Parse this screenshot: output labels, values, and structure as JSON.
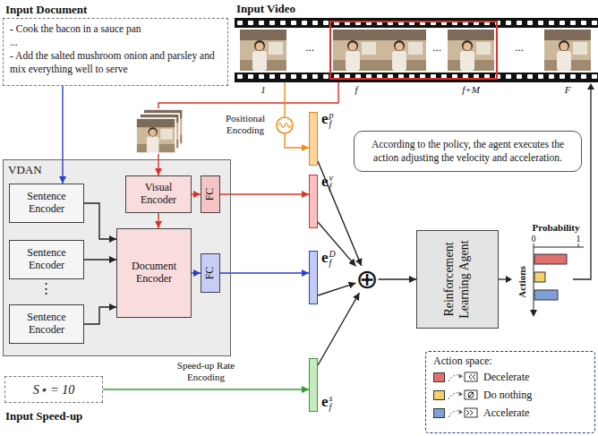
{
  "diagram": {
    "nodes": [
      {
        "text": [
          "Input Document",
          "- Cook the bacon in a sauce pan",
          "...",
          "- Add the salted mushroom onion and parsley and mix everything well to serve"
        ]
      },
      {
        "text": [
          "Input Video"
        ]
      },
      {
        "text": [
          "According to the policy, the agent executes the action adjusting the velocity and acceleration."
        ]
      },
      {
        "text": [
          "VDAN"
        ]
      },
      {
        "text": [
          "Sentence Encoder"
        ],
        "in": 3
      },
      {
        "text": [
          "Visual Encoder"
        ],
        "in": 3
      },
      {
        "text": [
          "Sentence Encoder"
        ],
        "in": 3
      },
      {
        "text": [
          "Document Encoder"
        ],
        "in": 3
      },
      {
        "text": [
          "FC"
        ],
        "in": 3
      },
      {
        "text": [
          "FC"
        ],
        "in": 3
      },
      {
        "text": [
          "Sentence Encoder"
        ],
        "in": 3
      },
      {
        "text": [
          "e",
          "f",
          "p"
        ]
      },
      {
        "text": [
          "e",
          "f",
          "v"
        ]
      },
      {
        "text": [
          "e",
          "f",
          "D"
        ]
      },
      {
        "text": [
          "e",
          "f",
          "s"
        ]
      },
      {
        "text": [
          "⊕"
        ]
      },
      {
        "text": [
          "Reinforcement Learning Agent"
        ]
      },
      {
        "text": [
          "S⋆ = 10",
          "Input Speed-up"
        ]
      },
      {
        "text": [
          "Action space:"
        ]
      }
    ],
    "edges": [
      {
        "from": 0,
        "to": 4,
        "arrow": "to"
      },
      {
        "from": 1,
        "to": 5,
        "arrow": "to"
      },
      {
        "from": 1,
        "to": 11,
        "label": "Positional Encoding",
        "arrow": "to"
      },
      {
        "from": 4,
        "to": 7,
        "arrow": "to"
      },
      {
        "from": 6,
        "to": 7,
        "arrow": "to"
      },
      {
        "from": 10,
        "to": 7,
        "arrow": "to"
      },
      {
        "from": 5,
        "to": 7,
        "arrow": "to"
      },
      {
        "from": 5,
        "to": 8,
        "arrow": "to"
      },
      {
        "from": 8,
        "to": 12,
        "arrow": "to"
      },
      {
        "from": 7,
        "to": 9,
        "arrow": "to"
      },
      {
        "from": 9,
        "to": 13,
        "arrow": "to"
      },
      {
        "from": 17,
        "to": 14,
        "label": "Speed-up Rate Encoding",
        "arrow": "to"
      },
      {
        "from": 11,
        "to": 15,
        "arrow": "to"
      },
      {
        "from": 12,
        "to": 15,
        "arrow": "to"
      },
      {
        "from": 13,
        "to": 15,
        "arrow": "to"
      },
      {
        "from": 14,
        "to": 15,
        "arrow": "to"
      },
      {
        "from": 15,
        "to": 16,
        "arrow": "to"
      }
    ],
    "labels": [
      "...",
      "...",
      "...",
      "1",
      "f",
      "f+M",
      "F",
      "⋮",
      "Probability",
      "0",
      "1",
      "Actions"
    ],
    "legend": [
      {
        "text": "Decelerate",
        "color": "#e07070"
      },
      {
        "text": "Do nothing",
        "color": "#f2d16b"
      },
      {
        "text": "Accelerate",
        "color": "#7f9fd9"
      }
    ]
  }
}
